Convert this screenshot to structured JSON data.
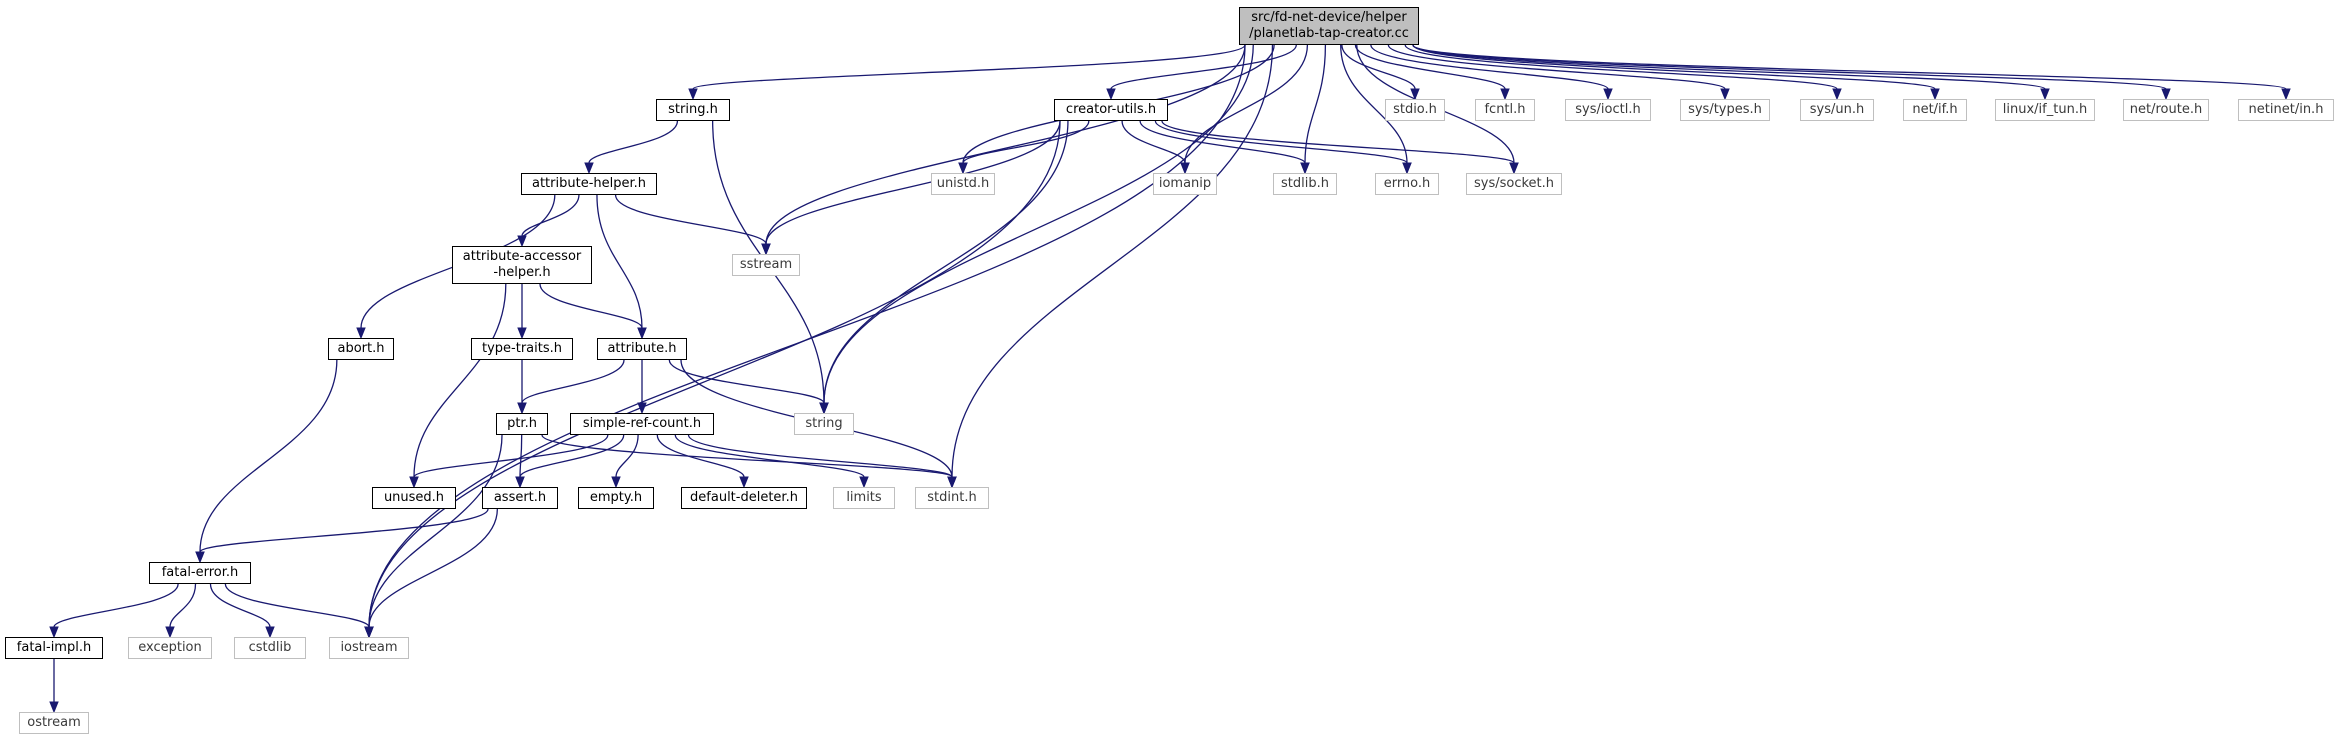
{
  "graph": {
    "edge_color": "#191970",
    "nodes": {
      "root": {
        "label": "src/fd-net-device/helper\n/planetlab-tap-creator.cc",
        "kind": "root"
      },
      "string_h": {
        "label": "string.h",
        "kind": "doc"
      },
      "creator_utils_h": {
        "label": "creator-utils.h",
        "kind": "doc"
      },
      "stdio_h": {
        "label": "stdio.h",
        "kind": "ext"
      },
      "fcntl_h": {
        "label": "fcntl.h",
        "kind": "ext"
      },
      "sys_ioctl_h": {
        "label": "sys/ioctl.h",
        "kind": "ext"
      },
      "sys_types_h": {
        "label": "sys/types.h",
        "kind": "ext"
      },
      "sys_un_h": {
        "label": "sys/un.h",
        "kind": "ext"
      },
      "net_if_h": {
        "label": "net/if.h",
        "kind": "ext"
      },
      "linux_if_tun_h": {
        "label": "linux/if_tun.h",
        "kind": "ext"
      },
      "net_route_h": {
        "label": "net/route.h",
        "kind": "ext"
      },
      "netinet_in_h": {
        "label": "netinet/in.h",
        "kind": "ext"
      },
      "attribute_helper_h": {
        "label": "attribute-helper.h",
        "kind": "doc"
      },
      "unistd_h": {
        "label": "unistd.h",
        "kind": "ext"
      },
      "iomanip": {
        "label": "iomanip",
        "kind": "ext"
      },
      "stdlib_h": {
        "label": "stdlib.h",
        "kind": "ext"
      },
      "errno_h": {
        "label": "errno.h",
        "kind": "ext"
      },
      "sys_socket_h": {
        "label": "sys/socket.h",
        "kind": "ext"
      },
      "attribute_accessor_helper_h": {
        "label": "attribute-accessor\n-helper.h",
        "kind": "doc"
      },
      "sstream": {
        "label": "sstream",
        "kind": "ext"
      },
      "abort_h": {
        "label": "abort.h",
        "kind": "doc"
      },
      "type_traits_h": {
        "label": "type-traits.h",
        "kind": "doc"
      },
      "attribute_h": {
        "label": "attribute.h",
        "kind": "doc"
      },
      "ptr_h": {
        "label": "ptr.h",
        "kind": "doc"
      },
      "simple_ref_count_h": {
        "label": "simple-ref-count.h",
        "kind": "doc"
      },
      "string": {
        "label": "string",
        "kind": "ext"
      },
      "unused_h": {
        "label": "unused.h",
        "kind": "doc"
      },
      "assert_h": {
        "label": "assert.h",
        "kind": "doc"
      },
      "empty_h": {
        "label": "empty.h",
        "kind": "doc"
      },
      "default_deleter_h": {
        "label": "default-deleter.h",
        "kind": "doc"
      },
      "limits": {
        "label": "limits",
        "kind": "ext"
      },
      "stdint_h": {
        "label": "stdint.h",
        "kind": "ext"
      },
      "fatal_error_h": {
        "label": "fatal-error.h",
        "kind": "doc"
      },
      "fatal_impl_h": {
        "label": "fatal-impl.h",
        "kind": "doc"
      },
      "exception": {
        "label": "exception",
        "kind": "ext"
      },
      "cstdlib": {
        "label": "cstdlib",
        "kind": "ext"
      },
      "iostream": {
        "label": "iostream",
        "kind": "ext"
      },
      "ostream": {
        "label": "ostream",
        "kind": "ext"
      }
    },
    "edges": [
      [
        "root",
        "string_h"
      ],
      [
        "root",
        "creator_utils_h"
      ],
      [
        "root",
        "stdio_h"
      ],
      [
        "root",
        "fcntl_h"
      ],
      [
        "root",
        "sys_ioctl_h"
      ],
      [
        "root",
        "sys_types_h"
      ],
      [
        "root",
        "sys_un_h"
      ],
      [
        "root",
        "net_if_h"
      ],
      [
        "root",
        "linux_if_tun_h"
      ],
      [
        "root",
        "net_route_h"
      ],
      [
        "root",
        "netinet_in_h"
      ],
      [
        "root",
        "unistd_h"
      ],
      [
        "root",
        "iomanip"
      ],
      [
        "root",
        "stdlib_h"
      ],
      [
        "root",
        "errno_h"
      ],
      [
        "root",
        "sys_socket_h"
      ],
      [
        "root",
        "sstream"
      ],
      [
        "root",
        "string"
      ],
      [
        "root",
        "stdint_h"
      ],
      [
        "root",
        "iostream"
      ],
      [
        "string_h",
        "attribute_helper_h"
      ],
      [
        "string_h",
        "string"
      ],
      [
        "creator_utils_h",
        "unistd_h"
      ],
      [
        "creator_utils_h",
        "iomanip"
      ],
      [
        "creator_utils_h",
        "stdlib_h"
      ],
      [
        "creator_utils_h",
        "errno_h"
      ],
      [
        "creator_utils_h",
        "sys_socket_h"
      ],
      [
        "creator_utils_h",
        "sstream"
      ],
      [
        "creator_utils_h",
        "string"
      ],
      [
        "creator_utils_h",
        "iostream"
      ],
      [
        "attribute_helper_h",
        "attribute_accessor_helper_h"
      ],
      [
        "attribute_helper_h",
        "sstream"
      ],
      [
        "attribute_helper_h",
        "abort_h"
      ],
      [
        "attribute_helper_h",
        "attribute_h"
      ],
      [
        "attribute_accessor_helper_h",
        "type_traits_h"
      ],
      [
        "attribute_accessor_helper_h",
        "attribute_h"
      ],
      [
        "attribute_accessor_helper_h",
        "unused_h"
      ],
      [
        "abort_h",
        "fatal_error_h"
      ],
      [
        "type_traits_h",
        "ptr_h"
      ],
      [
        "attribute_h",
        "ptr_h"
      ],
      [
        "attribute_h",
        "simple_ref_count_h"
      ],
      [
        "attribute_h",
        "string"
      ],
      [
        "attribute_h",
        "stdint_h"
      ],
      [
        "ptr_h",
        "assert_h"
      ],
      [
        "ptr_h",
        "stdint_h"
      ],
      [
        "ptr_h",
        "iostream"
      ],
      [
        "simple_ref_count_h",
        "unused_h"
      ],
      [
        "simple_ref_count_h",
        "assert_h"
      ],
      [
        "simple_ref_count_h",
        "empty_h"
      ],
      [
        "simple_ref_count_h",
        "default_deleter_h"
      ],
      [
        "simple_ref_count_h",
        "limits"
      ],
      [
        "simple_ref_count_h",
        "stdint_h"
      ],
      [
        "assert_h",
        "fatal_error_h"
      ],
      [
        "assert_h",
        "iostream"
      ],
      [
        "fatal_error_h",
        "fatal_impl_h"
      ],
      [
        "fatal_error_h",
        "exception"
      ],
      [
        "fatal_error_h",
        "cstdlib"
      ],
      [
        "fatal_error_h",
        "iostream"
      ],
      [
        "fatal_impl_h",
        "ostream"
      ]
    ]
  }
}
